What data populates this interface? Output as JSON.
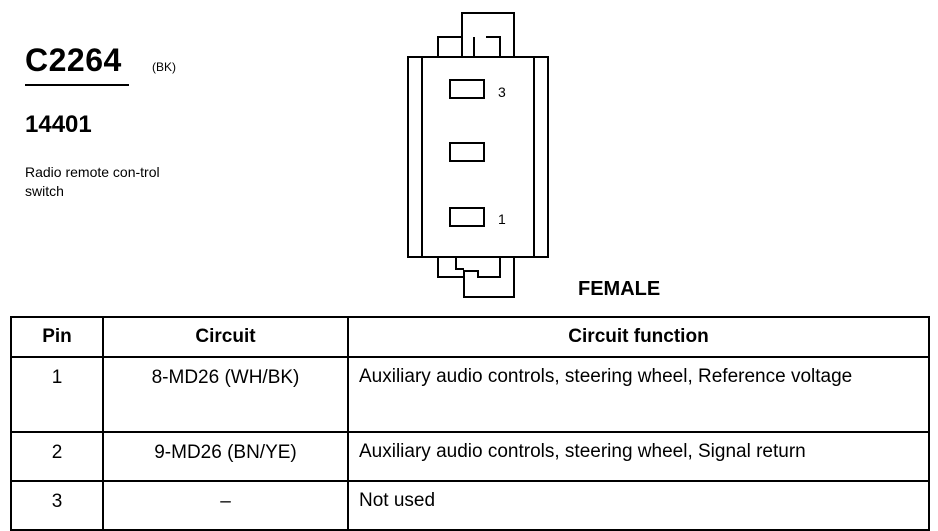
{
  "connector": {
    "id": "C2264",
    "color": "(BK)",
    "part_number": "14401",
    "description": "Radio remote con-trol switch",
    "gender": "FEMALE",
    "pin_labels": {
      "top": "3",
      "bottom": "1"
    }
  },
  "table": {
    "headers": {
      "pin": "Pin",
      "circuit": "Circuit",
      "function": "Circuit function"
    },
    "rows": [
      {
        "pin": "1",
        "circuit": "8-MD26 (WH/BK)",
        "function": "Auxiliary audio controls, steering wheel, Reference voltage"
      },
      {
        "pin": "2",
        "circuit": "9-MD26 (BN/YE)",
        "function": "Auxiliary audio controls, steering wheel, Signal return"
      },
      {
        "pin": "3",
        "circuit": "–",
        "function": "Not used"
      }
    ]
  }
}
